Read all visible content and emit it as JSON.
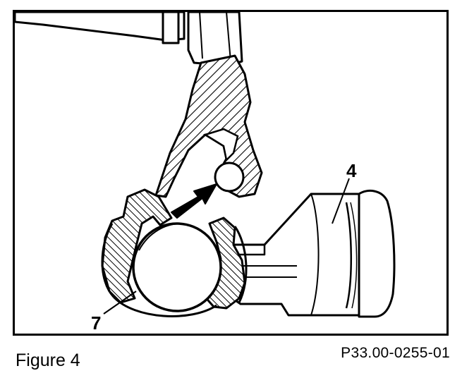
{
  "figure": {
    "caption": "Figure 4",
    "part_number": "P33.00-0255-01",
    "callouts": [
      {
        "id": "callout-4",
        "label": "4"
      },
      {
        "id": "callout-7",
        "label": "7"
      }
    ],
    "colors": {
      "line": "#000000",
      "background": "#ffffff"
    }
  }
}
